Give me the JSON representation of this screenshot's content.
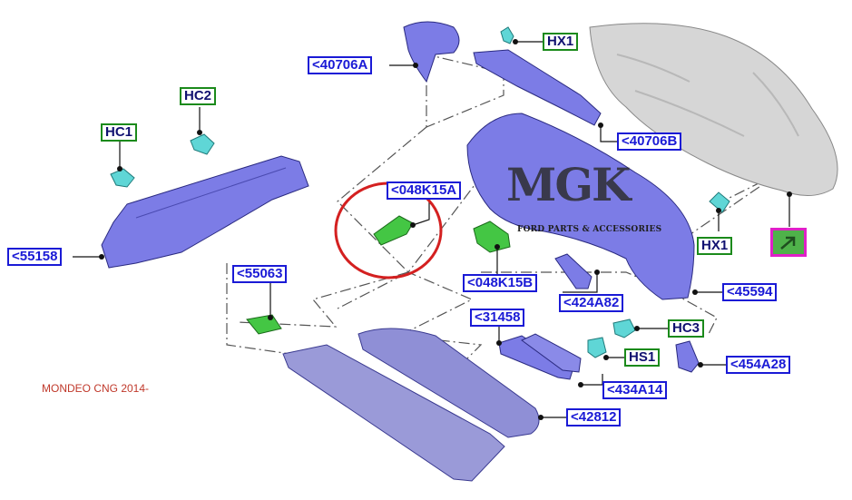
{
  "diagram": {
    "caption": "MONDEO CNG 2014-",
    "watermark": {
      "letters": "MGK",
      "subtitle": "FORD PARTS & ACCESSORIES"
    },
    "labels": {
      "l40706A": "<40706A",
      "l40706B": "<40706B",
      "hx1_top": "HX1",
      "hx1_right": "HX1",
      "hc1": "HC1",
      "hc2": "HC2",
      "hc3": "HC3",
      "hs1": "HS1",
      "l55158": "<55158",
      "l55063": "<55063",
      "l048K15A": "<048K15A",
      "l048K15B": "<048K15B",
      "l424A82": "<424A82",
      "l45594": "<45594",
      "l31458": "<31458",
      "l454A28": "<454A28",
      "l434A14": "<434A14",
      "l42812": "<42812"
    },
    "colors": {
      "part_blue": "#7c7ce6",
      "label_blue": "#1a1ad6",
      "label_green_border": "#1b8a1b",
      "highlight_green": "#44c644",
      "clip_cyan": "#5fd6d6",
      "panel_grey": "#d6d6d6",
      "circle_red": "#d42020",
      "nav_border": "#e020c8"
    },
    "icons": {
      "nav_button": "arrow-up-right-icon"
    }
  }
}
